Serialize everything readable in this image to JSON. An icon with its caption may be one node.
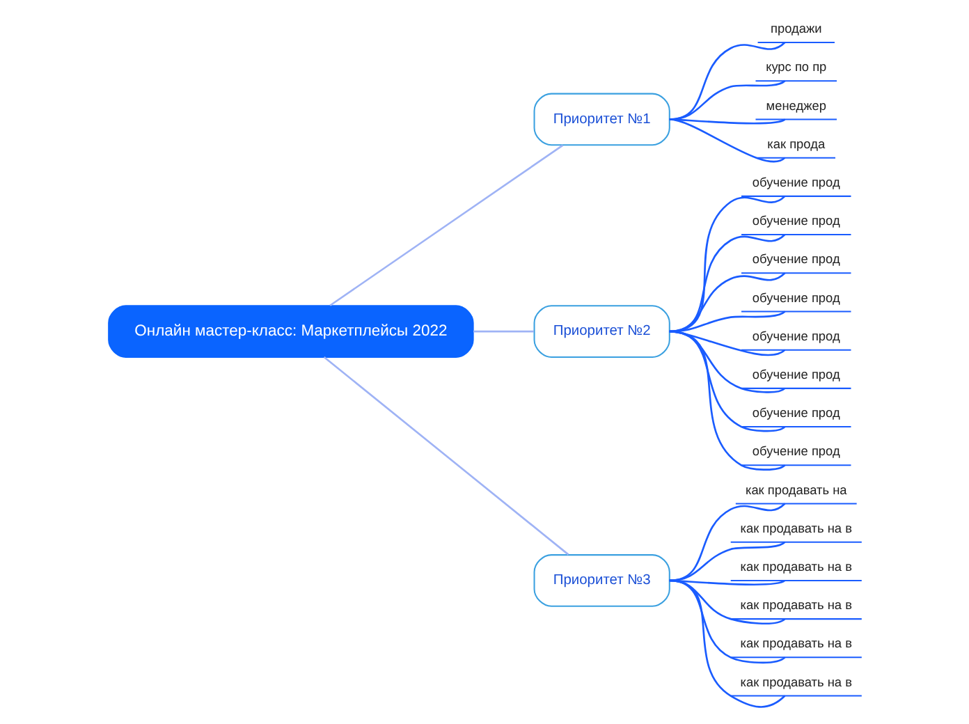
{
  "diagram": {
    "nodes": [
      {
        "text": [
          "Онлайн мастер-класс: Маркетплейсы 2022"
        ]
      },
      {
        "text": [
          "Приоритет №1"
        ]
      },
      {
        "text": [
          "продажи"
        ]
      },
      {
        "text": [
          "курс по пр"
        ]
      },
      {
        "text": [
          "менеджер"
        ]
      },
      {
        "text": [
          "как прода"
        ]
      },
      {
        "text": [
          "Приоритет №2"
        ]
      },
      {
        "text": [
          "обучение прод"
        ]
      },
      {
        "text": [
          "обучение прод"
        ]
      },
      {
        "text": [
          "обучение прод"
        ]
      },
      {
        "text": [
          "обучение прод"
        ]
      },
      {
        "text": [
          "обучение прод"
        ]
      },
      {
        "text": [
          "обучение прод"
        ]
      },
      {
        "text": [
          "обучение прод"
        ]
      },
      {
        "text": [
          "обучение прод"
        ]
      },
      {
        "text": [
          "Приоритет №3"
        ]
      },
      {
        "text": [
          "как продавать на"
        ]
      },
      {
        "text": [
          "как продавать на в"
        ]
      },
      {
        "text": [
          "как продавать на в"
        ]
      },
      {
        "text": [
          "как продавать на в"
        ]
      },
      {
        "text": [
          "как продавать на в"
        ]
      },
      {
        "text": [
          "как продавать на в"
        ]
      }
    ],
    "edges": [
      {
        "from": 0,
        "to": 1,
        "arrow": "none",
        "color": "#9fb3f5"
      },
      {
        "from": 1,
        "to": 2,
        "arrow": "none"
      },
      {
        "from": 1,
        "to": 3,
        "arrow": "none"
      },
      {
        "from": 1,
        "to": 4,
        "arrow": "none"
      },
      {
        "from": 1,
        "to": 5,
        "arrow": "none"
      },
      {
        "from": 0,
        "to": 6,
        "arrow": "none",
        "color": "#9fb3f5"
      },
      {
        "from": 6,
        "to": 7,
        "arrow": "none"
      },
      {
        "from": 6,
        "to": 8,
        "arrow": "none"
      },
      {
        "from": 6,
        "to": 9,
        "arrow": "none"
      },
      {
        "from": 6,
        "to": 10,
        "arrow": "none"
      },
      {
        "from": 6,
        "to": 11,
        "arrow": "none"
      },
      {
        "from": 6,
        "to": 12,
        "arrow": "none"
      },
      {
        "from": 6,
        "to": 13,
        "arrow": "none"
      },
      {
        "from": 6,
        "to": 14,
        "arrow": "none"
      },
      {
        "from": 0,
        "to": 15,
        "arrow": "none",
        "color": "#9fb3f5"
      },
      {
        "from": 15,
        "to": 16,
        "arrow": "none"
      },
      {
        "from": 15,
        "to": 17,
        "arrow": "none"
      },
      {
        "from": 15,
        "to": 18,
        "arrow": "none"
      },
      {
        "from": 15,
        "to": 19,
        "arrow": "none"
      },
      {
        "from": 15,
        "to": 20,
        "arrow": "none"
      },
      {
        "from": 15,
        "to": 21,
        "arrow": "none"
      }
    ]
  }
}
